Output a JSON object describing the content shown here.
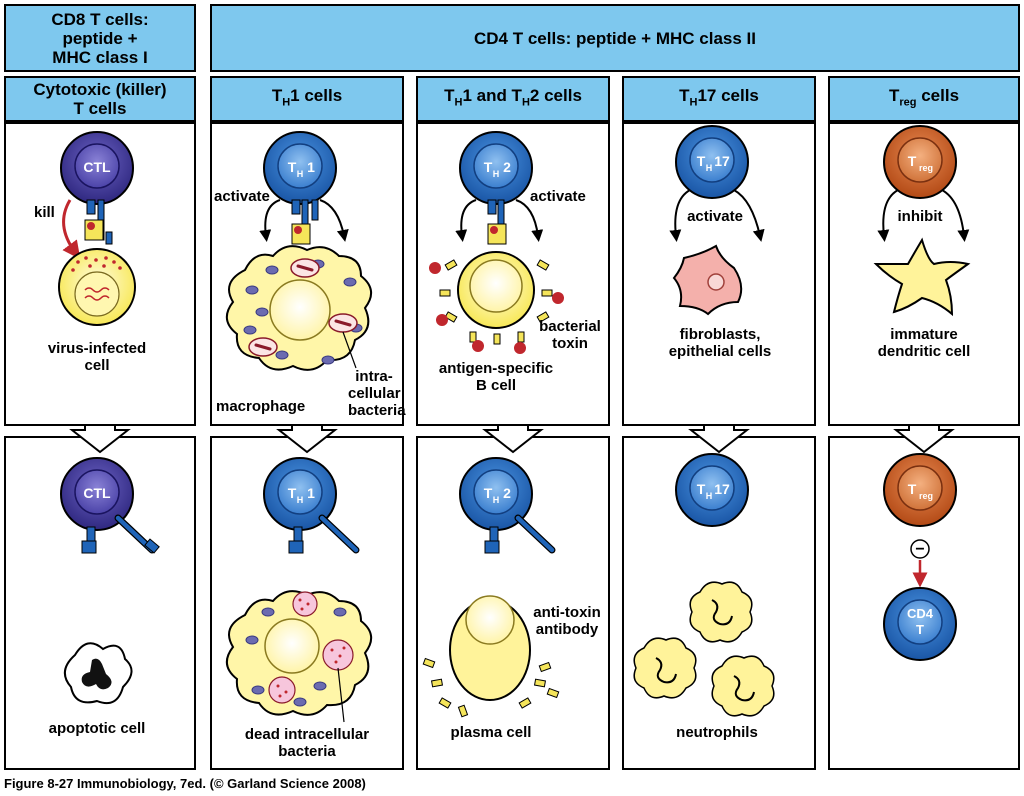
{
  "headers": {
    "cd8": [
      "CD8 T cells:",
      "peptide +",
      "MHC class I"
    ],
    "cd4": "CD4 T cells: peptide + MHC class II"
  },
  "columns": [
    {
      "title_lines": [
        "Cytotoxic (killer)",
        "T cells"
      ],
      "cell": "CTL",
      "top_labels": {
        "action": "kill",
        "target": [
          "virus-infected",
          "cell"
        ]
      },
      "bottom_labels": {
        "result": "apoptotic cell"
      }
    },
    {
      "title": {
        "base": "T",
        "sub": "H",
        "rest": "1 cells"
      },
      "cell": {
        "base": "T",
        "sub": "H",
        "rest": "1"
      },
      "top_labels": {
        "action": "activate",
        "target": "macrophage",
        "extra": [
          "intra-",
          "cellular",
          "bacteria"
        ]
      },
      "bottom_labels": {
        "result": [
          "dead intracellular",
          "bacteria"
        ]
      }
    },
    {
      "title": {
        "parts": [
          "T",
          "H",
          "1 and T",
          "H",
          "2 cells"
        ]
      },
      "cell": {
        "base": "T",
        "sub": "H",
        "rest": "2"
      },
      "top_labels": {
        "action": "activate",
        "target": [
          "antigen-specific",
          "B cell"
        ],
        "extra": [
          "bacterial",
          "toxin"
        ]
      },
      "bottom_labels": {
        "result": "plasma cell",
        "extra": [
          "anti-toxin",
          "antibody"
        ]
      }
    },
    {
      "title": {
        "base": "T",
        "sub": "H",
        "rest": "17 cells"
      },
      "cell": {
        "base": "T",
        "sub": "H",
        "rest": "17"
      },
      "top_labels": {
        "action": "activate",
        "target": [
          "fibroblasts,",
          "epithelial cells"
        ]
      },
      "bottom_labels": {
        "result": "neutrophils"
      }
    },
    {
      "title": {
        "base": "T",
        "sub": "reg",
        "rest": " cells"
      },
      "cell": {
        "base": "T",
        "sub": "reg"
      },
      "top_labels": {
        "action": "inhibit",
        "target": [
          "immature",
          "dendritic cell"
        ]
      },
      "bottom_labels": {
        "result": [
          "CD4",
          "T"
        ],
        "symbol": "−"
      }
    }
  ],
  "caption": "Figure 8-27  Immunobiology, 7ed. (© Garland Science 2008)",
  "colors": {
    "header_fill": "#7ec8ee",
    "ctl": "#3d3590",
    "th": "#1f64b8",
    "treg": "#c85a23",
    "target_yellow": "#fff3a0",
    "fibroblast": "#f4b0ab"
  }
}
